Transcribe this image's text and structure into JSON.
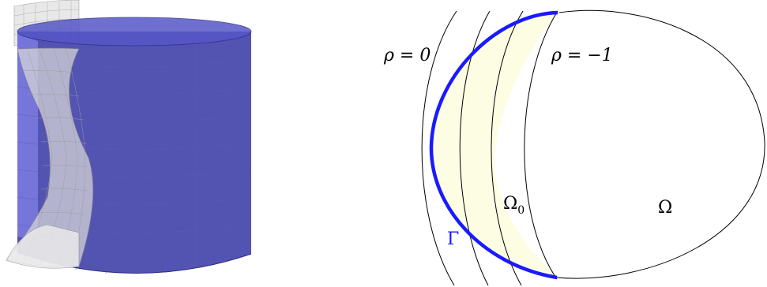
{
  "left_figure": {
    "description_free": true
  },
  "right_figure": {
    "labels": {
      "rho_zero": "ρ = 0",
      "rho_minus_one": "ρ = −1",
      "omega_zero_base": "Ω",
      "omega_zero_sub": "0",
      "omega": "Ω",
      "gamma": "Γ"
    },
    "colors": {
      "boundary_gamma": "#1a1aff",
      "region_fill": "#fdfde4",
      "cylinder_blue": "#3d3da8",
      "cylinder_light": "#7f7fe6",
      "sheet_gray": "#d8d8d8"
    }
  }
}
